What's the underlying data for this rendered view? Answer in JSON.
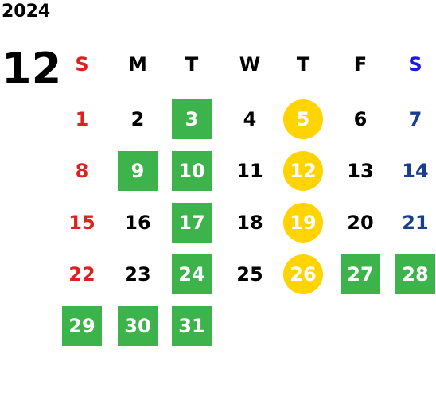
{
  "calendar": {
    "year": "2024",
    "month": "12",
    "weekdays": [
      "S",
      "M",
      "T",
      "W",
      "T",
      "F",
      "S"
    ],
    "colors": {
      "sunday": "#e02020",
      "saturday": "#1a3e8c",
      "saturday_header": "#1a1adc",
      "weekday": "#000000",
      "green": "#3cb44b",
      "yellow": "#ffd400"
    },
    "weeks": [
      [
        {
          "d": "1",
          "m": ""
        },
        {
          "d": "2",
          "m": ""
        },
        {
          "d": "3",
          "m": "green"
        },
        {
          "d": "4",
          "m": ""
        },
        {
          "d": "5",
          "m": "yellow"
        },
        {
          "d": "6",
          "m": ""
        },
        {
          "d": "7",
          "m": ""
        }
      ],
      [
        {
          "d": "8",
          "m": ""
        },
        {
          "d": "9",
          "m": "green"
        },
        {
          "d": "10",
          "m": "green"
        },
        {
          "d": "11",
          "m": ""
        },
        {
          "d": "12",
          "m": "yellow"
        },
        {
          "d": "13",
          "m": ""
        },
        {
          "d": "14",
          "m": ""
        }
      ],
      [
        {
          "d": "15",
          "m": ""
        },
        {
          "d": "16",
          "m": ""
        },
        {
          "d": "17",
          "m": "green"
        },
        {
          "d": "18",
          "m": ""
        },
        {
          "d": "19",
          "m": "yellow"
        },
        {
          "d": "20",
          "m": ""
        },
        {
          "d": "21",
          "m": ""
        }
      ],
      [
        {
          "d": "22",
          "m": ""
        },
        {
          "d": "23",
          "m": ""
        },
        {
          "d": "24",
          "m": "green"
        },
        {
          "d": "25",
          "m": ""
        },
        {
          "d": "26",
          "m": "yellow"
        },
        {
          "d": "27",
          "m": "green"
        },
        {
          "d": "28",
          "m": "green"
        }
      ],
      [
        {
          "d": "29",
          "m": "green"
        },
        {
          "d": "30",
          "m": "green"
        },
        {
          "d": "31",
          "m": "green"
        }
      ]
    ]
  }
}
